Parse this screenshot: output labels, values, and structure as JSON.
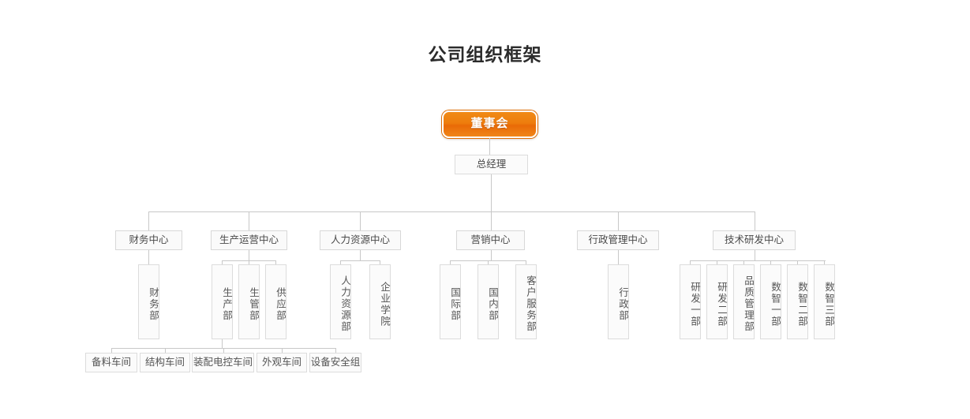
{
  "title": "公司组织框架",
  "colors": {
    "board_accent": "#ee7d0d",
    "box_border": "#dcdcdc",
    "box_fill": "#fbfbfb",
    "line": "#c8c8c8",
    "title_text": "#2b2b2b",
    "node_text": "#555555"
  },
  "nodes": {
    "board": "董事会",
    "general_manager": "总经理"
  },
  "centers": [
    {
      "label": "财务中心"
    },
    {
      "label": "生产运营中心"
    },
    {
      "label": "人力资源中心"
    },
    {
      "label": "营销中心"
    },
    {
      "label": "行政管理中心"
    },
    {
      "label": "技术研发中心"
    }
  ],
  "departments": {
    "finance": [
      "财务部"
    ],
    "production": [
      "生产部",
      "生管部",
      "供应部"
    ],
    "hr": [
      "人力资源部",
      "企业学院"
    ],
    "marketing": [
      "国际部",
      "国内部",
      "客户服务部"
    ],
    "admin": [
      "行政部"
    ],
    "rnd": [
      "研发一部",
      "研发二部",
      "品质管理部",
      "数智一部",
      "数智二部",
      "数智三部"
    ]
  },
  "workshops": [
    "备料车间",
    "结构车间",
    "装配电控车间",
    "外观车间",
    "设备安全组"
  ]
}
